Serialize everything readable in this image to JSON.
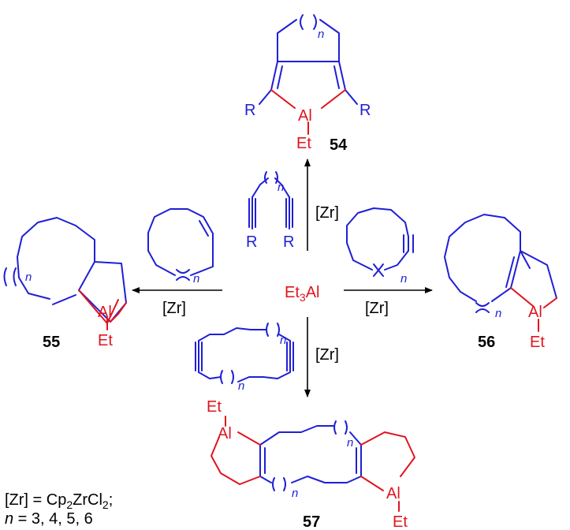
{
  "colors": {
    "bonds": "#1f1fd6",
    "aluminum": "#e0141e",
    "text": "#000000"
  },
  "reagent": {
    "main": "Et",
    "sub": "3",
    "tail": "Al"
  },
  "catalyst_label": "[Zr]",
  "atoms": {
    "al": "Al",
    "et": "Et",
    "r": "R",
    "n": "n"
  },
  "compounds": {
    "c54": "54",
    "c55": "55",
    "c56": "56",
    "c57": "57"
  },
  "footnote": {
    "line1_a": "[Zr] = Cp",
    "line1_s1": "2",
    "line1_b": "ZrCl",
    "line1_s2": "2",
    "line1_c": ";",
    "line2_n": "n",
    "line2_rest": " = 3, 4, 5, 6"
  }
}
